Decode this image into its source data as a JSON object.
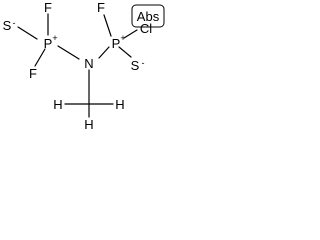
{
  "watermark": {
    "text": "Abs"
  },
  "atoms": {
    "p1": {
      "symbol": "P",
      "charge": "+"
    },
    "p2": {
      "symbol": "P",
      "charge": "+"
    },
    "n": {
      "symbol": "N"
    },
    "s1": {
      "symbol": "S",
      "charge": "-"
    },
    "s2": {
      "symbol": "S",
      "charge": "-"
    },
    "f1": {
      "symbol": "F"
    },
    "f2": {
      "symbol": "F"
    },
    "f3": {
      "symbol": "F"
    },
    "cl": {
      "symbol": "Cl"
    },
    "c": {
      "symbol": "C"
    },
    "h1": {
      "symbol": "H"
    },
    "h2": {
      "symbol": "H"
    },
    "h3": {
      "symbol": "H"
    }
  }
}
